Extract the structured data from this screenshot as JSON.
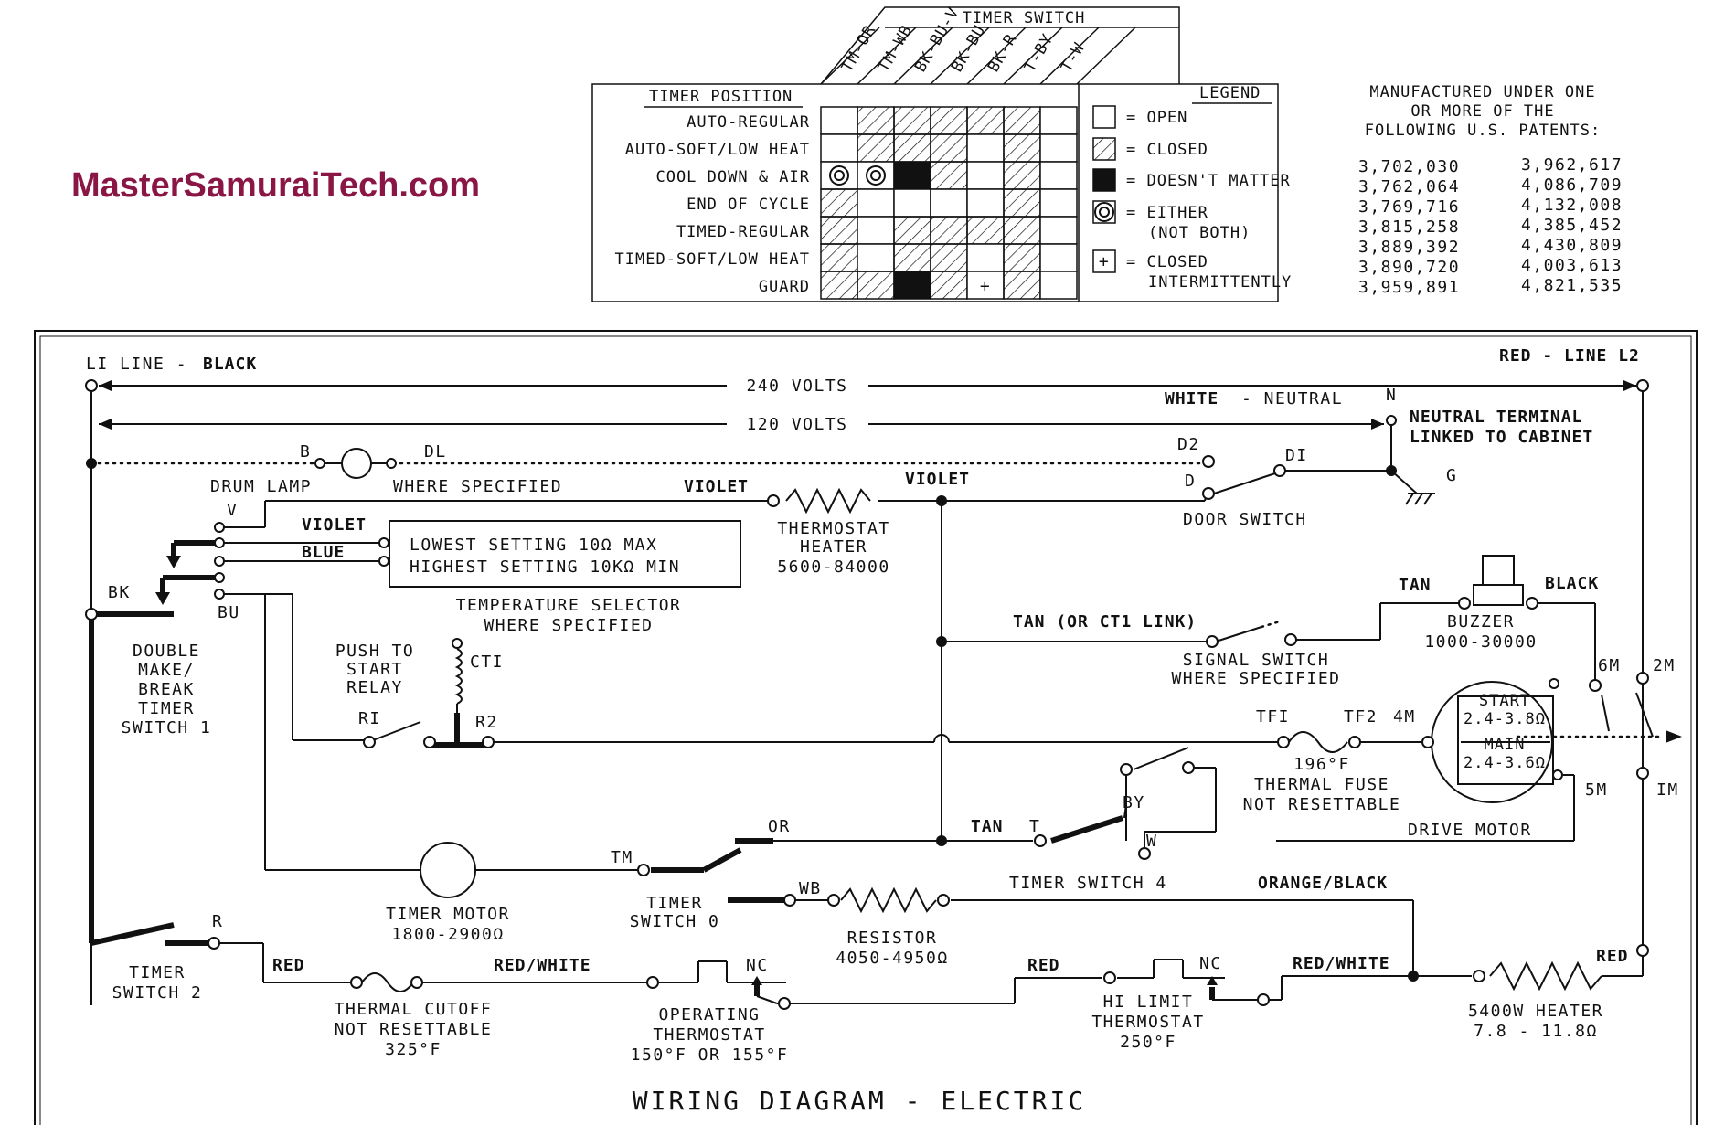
{
  "watermark": "MasterSamuraiTech.com",
  "chart_title": "WIRING DIAGRAM - ELECTRIC",
  "timer_chart": {
    "header": "TIMER SWITCH",
    "position_header": "TIMER POSITION",
    "columns": [
      "TM-OR",
      "TM-WB",
      "BK-BU-V",
      "BK-BU",
      "BK-R",
      "T-BY",
      "T-W"
    ],
    "rows": [
      {
        "name": "AUTO-REGULAR",
        "cells": [
          "open",
          "closed",
          "closed",
          "closed",
          "closed",
          "closed",
          "open"
        ]
      },
      {
        "name": "AUTO-SOFT/LOW HEAT",
        "cells": [
          "open",
          "closed",
          "closed",
          "closed",
          "open",
          "closed",
          "open"
        ]
      },
      {
        "name": "COOL DOWN & AIR",
        "cells": [
          "either",
          "either",
          "doesnt",
          "closed",
          "open",
          "closed",
          "open"
        ]
      },
      {
        "name": "END OF CYCLE",
        "cells": [
          "closed",
          "open",
          "open",
          "open",
          "open",
          "closed",
          "open"
        ]
      },
      {
        "name": "TIMED-REGULAR",
        "cells": [
          "closed",
          "open",
          "closed",
          "closed",
          "closed",
          "closed",
          "open"
        ]
      },
      {
        "name": "TIMED-SOFT/LOW HEAT",
        "cells": [
          "closed",
          "open",
          "closed",
          "closed",
          "open",
          "closed",
          "open"
        ]
      },
      {
        "name": "GUARD",
        "cells": [
          "closed",
          "closed",
          "doesnt",
          "closed",
          "intermittent",
          "closed",
          "open"
        ]
      }
    ]
  },
  "legend": {
    "title": "LEGEND",
    "items": [
      {
        "key": "open",
        "label": "= OPEN"
      },
      {
        "key": "closed",
        "label": "= CLOSED"
      },
      {
        "key": "doesnt",
        "label": "= DOESN'T MATTER"
      },
      {
        "key": "either",
        "label": "= EITHER",
        "label2": "(NOT BOTH)"
      },
      {
        "key": "intermittent",
        "label": "= CLOSED",
        "label2": "INTERMITTENTLY"
      }
    ]
  },
  "patents": {
    "header": [
      "MANUFACTURED UNDER ONE",
      "OR MORE OF THE",
      "FOLLOWING U.S. PATENTS:"
    ],
    "left": [
      "3,702,030",
      "3,762,064",
      "3,769,716",
      "3,815,258",
      "3,889,392",
      "3,890,720",
      "3,959,891"
    ],
    "right": [
      "3,962,617",
      "4,086,709",
      "4,132,008",
      "4,385,452",
      "4,430,809",
      "4,003,613",
      "4,821,535"
    ]
  },
  "labels": {
    "l1_line": "LI LINE -",
    "l1_black": "BLACK",
    "red_line_l2": "RED - LINE L2",
    "v240": "240 VOLTS",
    "v120": "120 VOLTS",
    "white_neutral_w": "WHITE",
    "white_neutral_n": "- NEUTRAL",
    "n": "N",
    "neutral_terminal_1": "NEUTRAL TERMINAL",
    "neutral_terminal_2": "LINKED TO CABINET",
    "b": "B",
    "dl": "DL",
    "d2": "D2",
    "d1": "DI",
    "d": "D",
    "g": "G",
    "drum_lamp": "DRUM LAMP",
    "where_specified": "WHERE SPECIFIED",
    "violet_1": "VIOLET",
    "violet_2": "VIOLET",
    "door_switch": "DOOR SWITCH",
    "thermostat_heater_1": "THERMOSTAT",
    "thermostat_heater_2": "HEATER",
    "thermostat_heater_3": "5600-84000",
    "v": "V",
    "violet_3": "VIOLET",
    "blue": "BLUE",
    "lowest": "LOWEST SETTING   10Ω MAX",
    "highest": "HIGHEST SETTING  10KΩ MIN",
    "bk": "BK",
    "bu": "BU",
    "temp_selector_1": "TEMPERATURE SELECTOR",
    "temp_selector_2": "WHERE SPECIFIED",
    "tan_ct1": "TAN (OR CT1 LINK)",
    "tan": "TAN",
    "black": "BLACK",
    "signal_switch_1": "SIGNAL SWITCH",
    "signal_switch_2": "WHERE SPECIFIED",
    "buzzer_1": "BUZZER",
    "buzzer_2": "1000-30000",
    "dmb_1": "DOUBLE",
    "dmb_2": "MAKE/",
    "dmb_3": "BREAK",
    "dmb_4": "TIMER",
    "dmb_5": "SWITCH 1",
    "push_1": "PUSH TO",
    "push_2": "START",
    "push_3": "RELAY",
    "ct1": "CTI",
    "r1": "RI",
    "r2": "R2",
    "tf1": "TFI",
    "tf2": "TF2",
    "m4": "4M",
    "m6": "6M",
    "m2": "2M",
    "m5": "5M",
    "m1": "IM",
    "start": "START",
    "start_val": "2.4-3.8Ω",
    "main": "MAIN",
    "main_val": "2.4-3.6Ω",
    "tfuse_1": "196°F",
    "tfuse_2": "THERMAL FUSE",
    "tfuse_3": "NOT RESETTABLE",
    "drive_motor": "DRIVE MOTOR",
    "by": "BY",
    "w": "W",
    "tan_t": "TAN",
    "t": "T",
    "or": "OR",
    "tm": "TM",
    "timer_motor_1": "TIMER MOTOR",
    "timer_motor_2": "1800-2900Ω",
    "timer_switch_0_1": "TIMER",
    "timer_switch_0_2": "SWITCH 0",
    "wb": "WB",
    "resistor_1": "RESISTOR",
    "resistor_2": "4050-4950Ω",
    "timer_switch_4": "TIMER SWITCH 4",
    "orange_black": "ORANGE/BLACK",
    "r": "R",
    "timer_switch_2_1": "TIMER",
    "timer_switch_2_2": "SWITCH 2",
    "red_1": "RED",
    "red_white_1": "RED/WHITE",
    "red_2": "RED",
    "red_white_2": "RED/WHITE",
    "red_3": "RED",
    "nc_1": "NC",
    "nc_2": "NC",
    "thermal_cutoff_1": "THERMAL CUTOFF",
    "thermal_cutoff_2": "NOT RESETTABLE",
    "thermal_cutoff_3": "325°F",
    "op_thermo_1": "OPERATING",
    "op_thermo_2": "THERMOSTAT",
    "op_thermo_3": "150°F OR 155°F",
    "hi_limit_1": "HI LIMIT",
    "hi_limit_2": "THERMOSTAT",
    "hi_limit_3": "250°F",
    "heater_1": "5400W HEATER",
    "heater_2": "7.8 - 11.8Ω"
  }
}
